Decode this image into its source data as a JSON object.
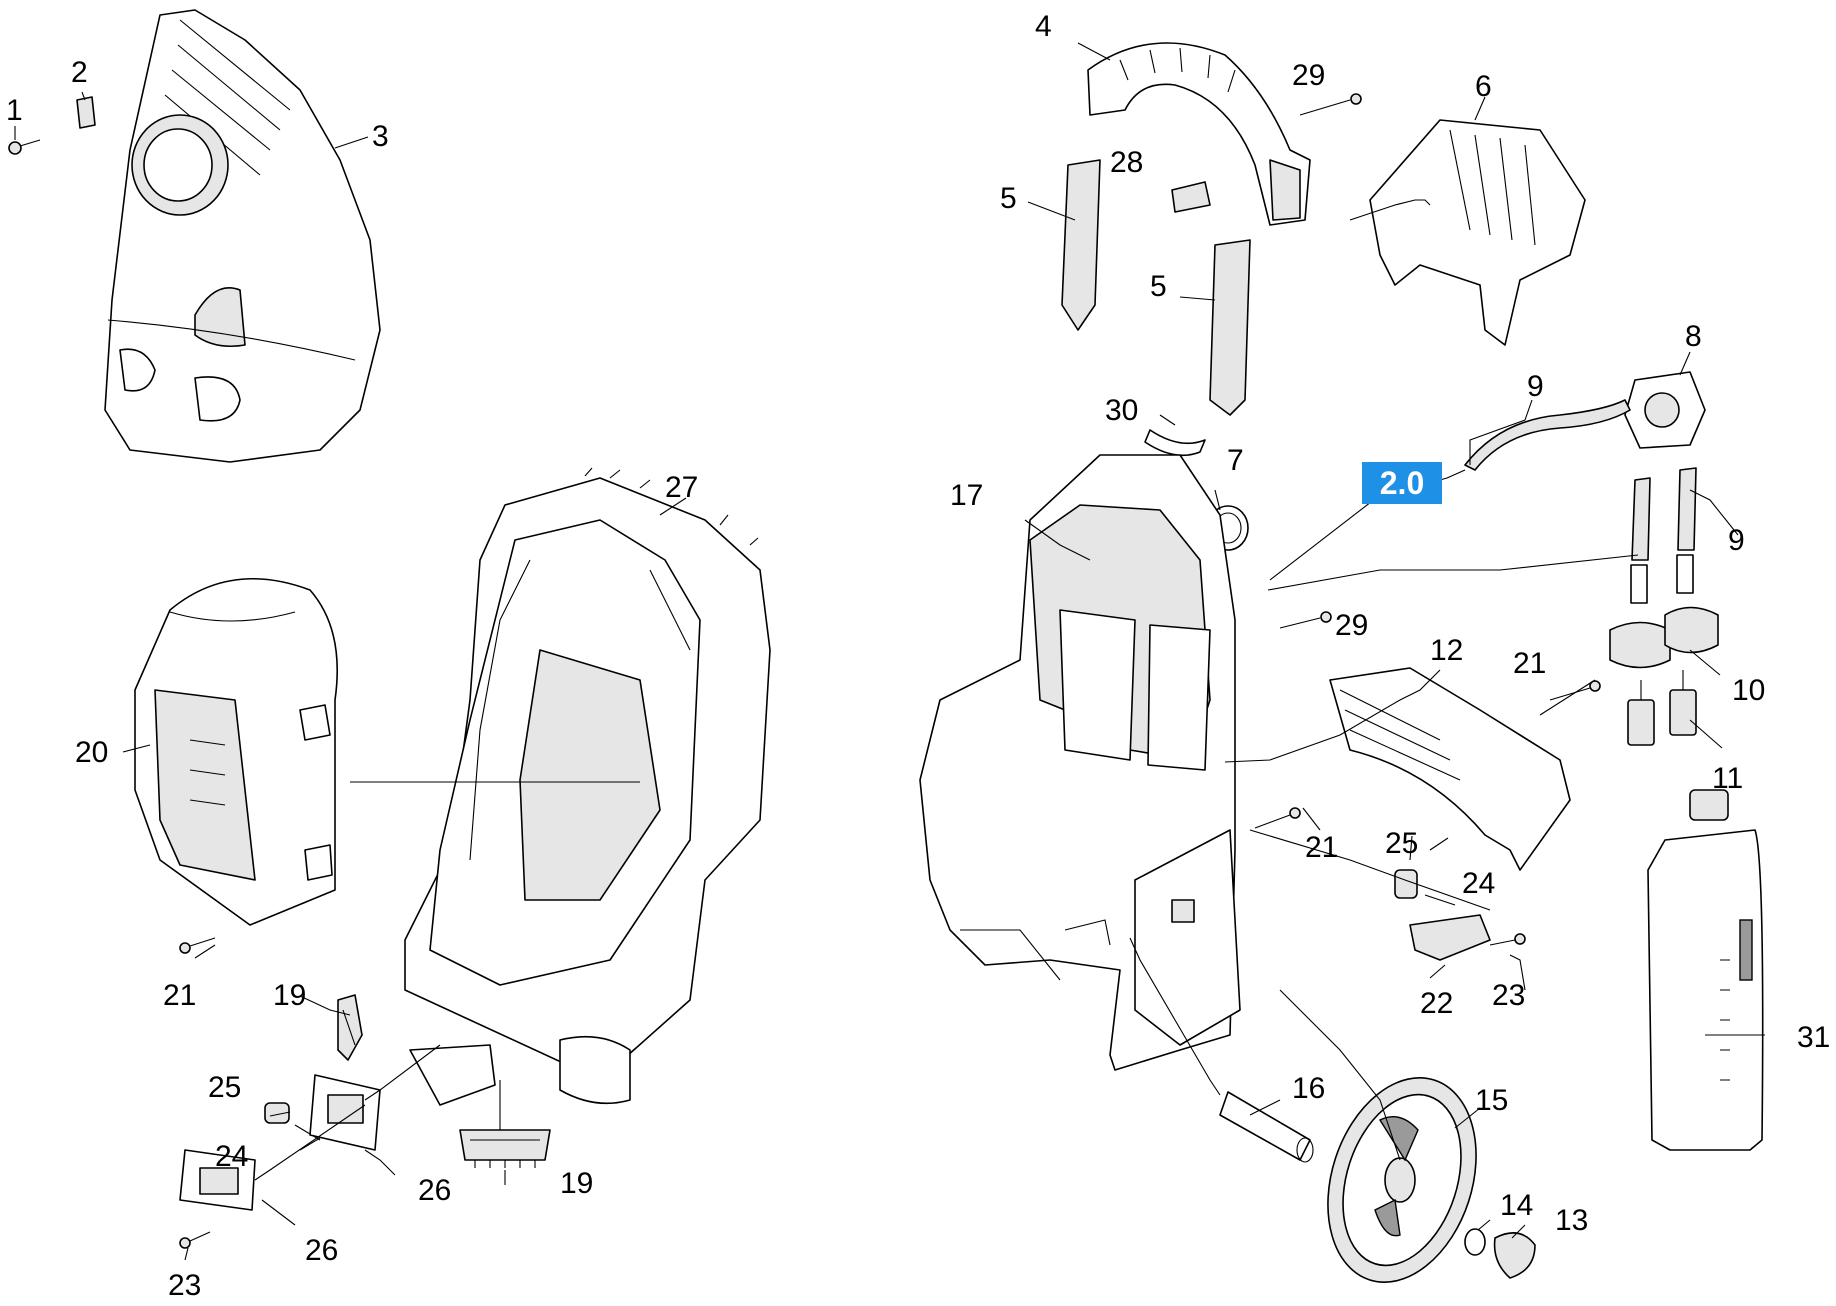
{
  "callouts": {
    "c1": "1",
    "c2": "2",
    "c3": "3",
    "c4": "4",
    "c5a": "5",
    "c5b": "5",
    "c6": "6",
    "c7": "7",
    "c8": "8",
    "c9a": "9",
    "c9b": "9",
    "c10": "10",
    "c11": "11",
    "c12": "12",
    "c13": "13",
    "c14": "14",
    "c15": "15",
    "c16": "16",
    "c17": "17",
    "c19a": "19",
    "c19b": "19",
    "c20": "20",
    "c21a": "21",
    "c21b": "21",
    "c21c": "21",
    "c22": "22",
    "c23a": "23",
    "c23b": "23",
    "c24a": "24",
    "c24b": "24",
    "c25a": "25",
    "c25b": "25",
    "c26a": "26",
    "c26b": "26",
    "c27": "27",
    "c28": "28",
    "c29a": "29",
    "c29b": "29",
    "c30": "30",
    "c31": "31"
  },
  "badge": {
    "label": "2.0",
    "color": "#1e90e6"
  }
}
